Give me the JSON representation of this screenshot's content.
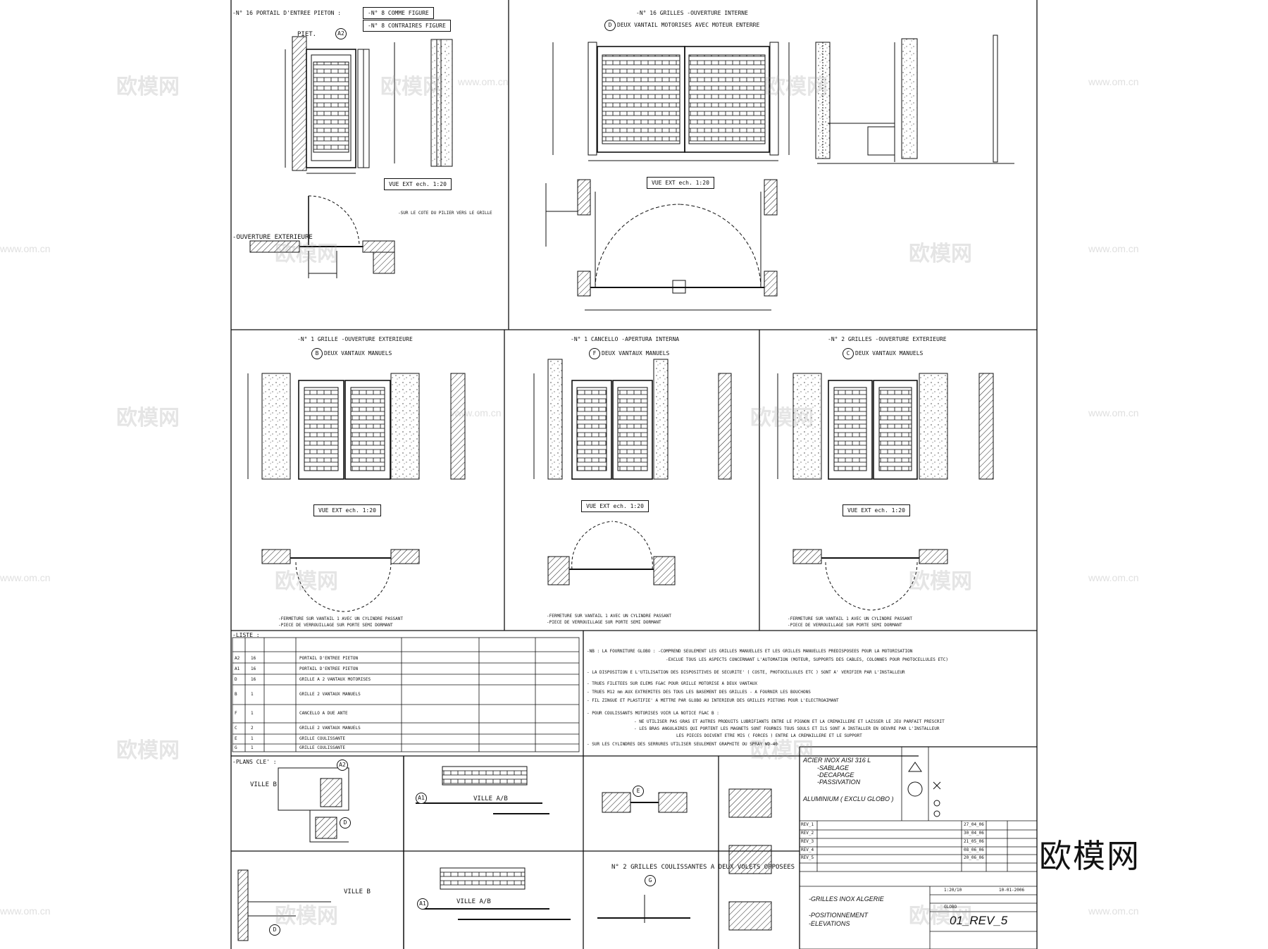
{
  "watermark": {
    "brand": "欧模网",
    "site": "www.om.cn"
  },
  "panels": {
    "top_left": {
      "title": "-N° 16 PORTAIL D'ENTREE PIETON :",
      "tags": [
        "-N° 8 COMME FIGURE",
        "-N° 8 CONTRAIRES FIGURE"
      ],
      "marker": "A2",
      "marker_label": "PIET.",
      "view": "VUE EXT ech. 1:20",
      "opening": "-OUVERTURE EXTERIEURE",
      "note": "-SUR LE COTE DU PILIER VERS LE GRILLE"
    },
    "top_right": {
      "title": "-N° 16 GRILLES -OUVERTURE INTERNE",
      "marker": "D",
      "subtitle": "DEUX VANTAIL MOTORISES AVEC MOTEUR ENTERRE",
      "view": "VUE EXT ech. 1:20"
    },
    "mid_left": {
      "title": "-N° 1 GRILLE -OUVERTURE EXTERIEURE",
      "marker": "B",
      "subtitle": "DEUX VANTAUX MANUELS",
      "view": "VUE EXT ech. 1:20",
      "notes": [
        "-FERMETURE SUR VANTAIL 1 AVEC UN CYLINDRE PASSANT",
        "-PIECE DE VERROUILLAGE SUR PORTE SEMI DORMANT"
      ]
    },
    "mid_center": {
      "title": "-N° 1 CANCELLO -APERTURA INTERNA",
      "marker": "F",
      "subtitle": "DEUX VANTAUX MANUELS",
      "view": "VUE EXT ech. 1:20",
      "notes": [
        "-FERMETURE SUR VANTAIL 1 AVEC UN CYLINDRE PASSANT",
        "-PIECE DE VERROUILLAGE SUR PORTE SEMI DORMANT"
      ]
    },
    "mid_right": {
      "title": "-N° 2 GRILLES -OUVERTURE EXTERIEURE",
      "marker": "C",
      "subtitle": "DEUX VANTAUX MANUELS",
      "view": "VUE EXT ech. 1:20",
      "notes": [
        "-FERMETURE SUR VANTAIL 1 AVEC UN CYLINDRE PASSANT",
        "-PIECE DE VERROUILLAGE SUR PORTE SEMI DORMANT"
      ]
    }
  },
  "liste": {
    "title": "-LISTE :",
    "rows": [
      [
        "A2",
        "16",
        "PORTAIL D'ENTREE PIETON"
      ],
      [
        "A1",
        "16",
        "PORTAIL D'ENTREE PIETON"
      ],
      [
        "D",
        "16",
        "GRILLE A 2 VANTAUX MOTORISES"
      ],
      [
        "B",
        "1",
        "GRILLE 2 VANTAUX MANUELS"
      ],
      [
        "F",
        "1",
        "CANCELLO A DUE ANTE"
      ],
      [
        "C",
        "2",
        "GRILLE 2 VANTAUX MANUELS"
      ],
      [
        "E",
        "1",
        "GRILLE COULISSANTE"
      ],
      [
        "G",
        "1",
        "GRILLE COULISSANTE"
      ]
    ]
  },
  "notes": [
    "-NB : LA FOURNITURE GLOBO : -COMPREND SEULEMENT LES GRILLES MANUELLES ET LES GRILLES MANUELLES PREDISPOSEES POUR LA MOTORISATION",
    "-EXCLUE TOUS LES ASPECTS CONCERNANT L'AUTOMATION (MOTEUR, SUPPORTS DES CABLES, COLONNES POUR PHOTOCELLULES ETC)",
    "- LA DISPOSITION E L'UTILISATION DES DISPOSITIVES DE SECURITE' ( COSTE, PHOTOCELLULES ETC ) SONT A' VERIFIER PAR L'INSTALLEUR",
    "- TRUES FILETEES SUR ELEMS F&AC POUR GRILLE MOTORISE A DEUX VANTAUX",
    "- TRUES M12 mm AUX EXTREMITES DES TOUS LES BASEMENT DES GRILLES - A FOURNIR LES BOUCHONS",
    "- FIL ZINGUE ET PLASTIFIE' A METTRE PAR GLOBO AU INTERIEUR DES GRILLES PIETONS POUR L'ELECTROAIMANT",
    "- POUR COULISSANTS MOTORISES VOIR LA NOTICE F&AC B :",
    "- NE UTILISER PAS GRAS ET AUTRES PRODUITS LUBRIFIANTS ENTRE LE PIGNON ET LA CREMAILLERE ET LAISSER LE JEU PARFAIT PRESCRIT",
    "- LES BRAS ANGULAIRES QUI PORTENT LES MAGNETS SONT FOURNIS TOUS SOULS ET ILS SONT A INSTALLER EN OEUVRE PAR L'INSTALLEUR",
    "LES PIECES DOIVENT ETRE MIS ( FORCES ) ENTRE LA CREMAILLERE ET LE SUPPORT",
    "- SUR LES CYLINDRES DES SERRURES UTILISER SEULEMENT GRAPHITE OU SPRAY WD-40"
  ],
  "plans": {
    "title": "-PLANS CLE' :",
    "ville_b": "VILLE B",
    "ville_ab": "VILLE A/B",
    "sliding_title": "N° 2 GRILLES COULISSANTES A DEUX VOLETS OPPOSEES",
    "markers": [
      "A2",
      "D",
      "A1",
      "E",
      "G"
    ]
  },
  "titleblock": {
    "materials": [
      "ACIER INOX AISI 316 L",
      "-SABLAGE",
      "-DECAPAGE",
      "-PASSIVATION",
      "ALUMINIUM ( EXCLU GLOBO )"
    ],
    "revisions": [
      [
        "REV_1",
        "27_04_06"
      ],
      [
        "REV_2",
        "30_04_06"
      ],
      [
        "REV_3",
        "21_05_06"
      ],
      [
        "REV_4",
        "08_06_06"
      ],
      [
        "REV_5",
        "20_06_06"
      ]
    ],
    "scale": "1:20/10",
    "date": "10-01-2006",
    "company": "GLOBO",
    "project": "-GRILLES INOX ALGERIE",
    "description": [
      "-POSITIONNEMENT",
      "-ELEVATIONS"
    ],
    "sheet": "01_REV_5"
  }
}
